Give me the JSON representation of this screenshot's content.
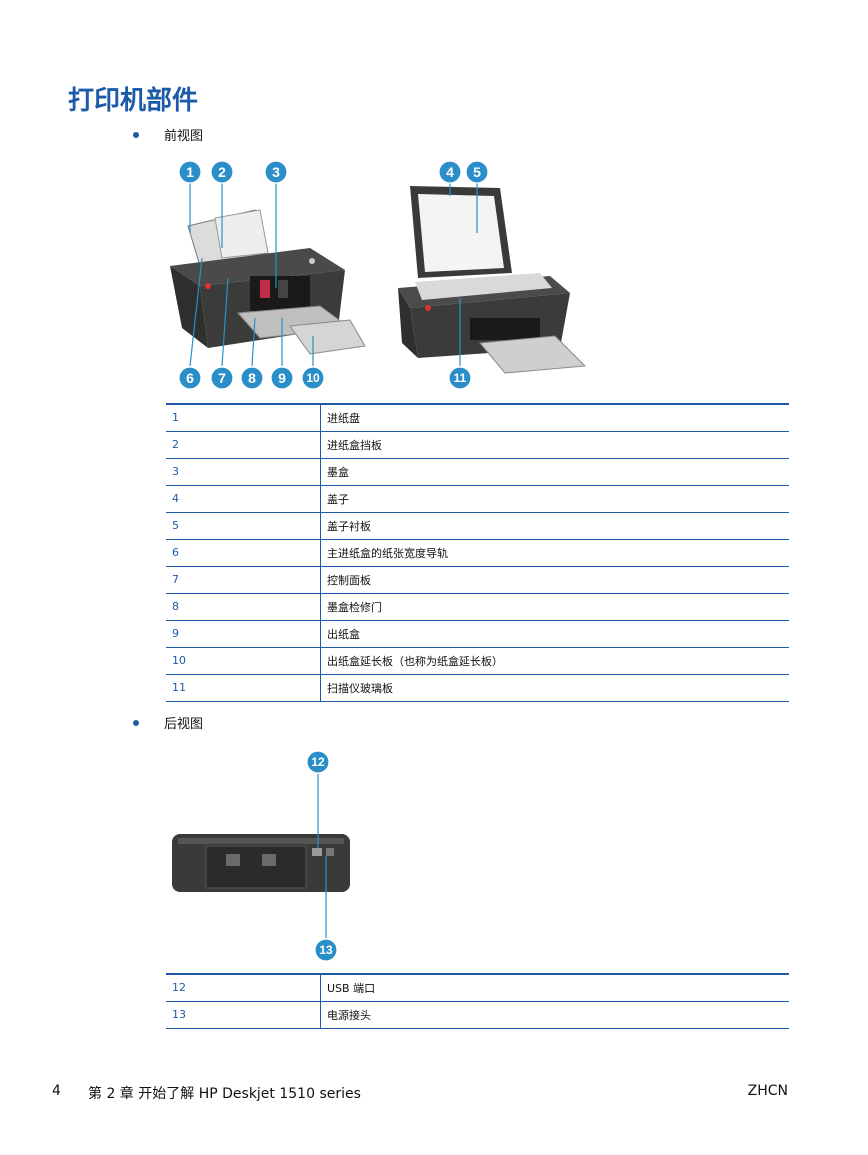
{
  "title": "打印机部件",
  "front_view": {
    "label": "前视图",
    "callouts": [
      "1",
      "2",
      "3",
      "4",
      "5",
      "6",
      "7",
      "8",
      "9",
      "10",
      "11"
    ]
  },
  "front_parts": [
    {
      "num": "1",
      "desc": "进纸盘"
    },
    {
      "num": "2",
      "desc": "进纸盒挡板"
    },
    {
      "num": "3",
      "desc": "墨盒"
    },
    {
      "num": "4",
      "desc": "盖子"
    },
    {
      "num": "5",
      "desc": "盖子衬板"
    },
    {
      "num": "6",
      "desc": "主进纸盒的纸张宽度导轨"
    },
    {
      "num": "7",
      "desc": "控制面板"
    },
    {
      "num": "8",
      "desc": "墨盒检修门"
    },
    {
      "num": "9",
      "desc": "出纸盒"
    },
    {
      "num": "10",
      "desc": "出纸盒延长板（也称为纸盒延长板）"
    },
    {
      "num": "11",
      "desc": "扫描仪玻璃板"
    }
  ],
  "back_view": {
    "label": "后视图",
    "callouts": [
      "12",
      "13"
    ]
  },
  "back_parts": [
    {
      "num": "12",
      "desc": "USB 端口"
    },
    {
      "num": "13",
      "desc": "电源接头"
    }
  ],
  "footer": {
    "page_number": "4",
    "chapter": "第 2 章   开始了解 HP Deskjet 1510 series",
    "locale": "ZHCN"
  },
  "colors": {
    "accent": "#1d5aa8",
    "callout": "#2a8fc9"
  }
}
